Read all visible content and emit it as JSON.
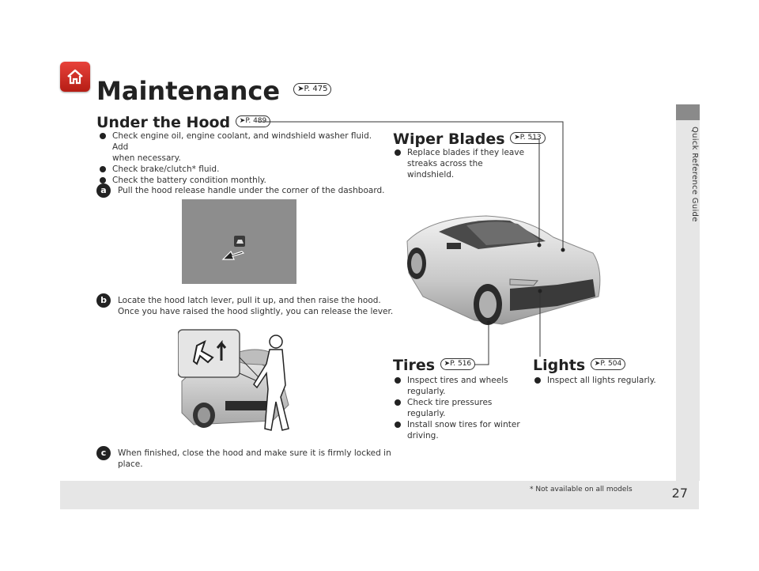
{
  "side_tab": {
    "label": "Quick Reference Guide"
  },
  "header": {
    "title": "Maintenance",
    "ref": "P. 475"
  },
  "under_hood": {
    "heading": "Under the Hood",
    "ref": "P. 489",
    "bullets": [
      "Check engine oil, engine coolant, and windshield washer fluid. Add",
      "when necessary.",
      "Check brake/clutch* fluid.",
      "Check the battery condition monthly."
    ]
  },
  "steps": [
    {
      "badge": "a",
      "lines": [
        "Pull the hood release handle under the corner of the dashboard."
      ]
    },
    {
      "badge": "b",
      "lines": [
        "Locate the hood latch lever, pull it up, and then raise the hood.",
        "Once you have raised the hood slightly, you can release the lever."
      ]
    },
    {
      "badge": "c",
      "lines": [
        "When finished, close the hood and make sure it is firmly locked in",
        "place."
      ]
    }
  ],
  "wiper": {
    "heading": "Wiper Blades",
    "ref": "P. 513",
    "bullets": [
      "Replace blades if they leave",
      "streaks across the windshield."
    ]
  },
  "tires": {
    "heading": "Tires",
    "ref": "P. 516",
    "bullets": [
      "Inspect tires and wheels",
      "regularly.",
      "Check tire pressures regularly.",
      "Install snow tires for winter",
      "driving."
    ]
  },
  "lights": {
    "heading": "Lights",
    "ref": "P. 504",
    "bullets": [
      "Inspect all lights regularly."
    ]
  },
  "footer": {
    "page_number": "27",
    "footnote": "* Not available on all models"
  },
  "colors": {
    "accent_red": "#d3322a",
    "tab_gray": "#e6e6e6"
  },
  "icons": [
    "home-icon",
    "hood-release-icon",
    "hood-latch-icon"
  ]
}
